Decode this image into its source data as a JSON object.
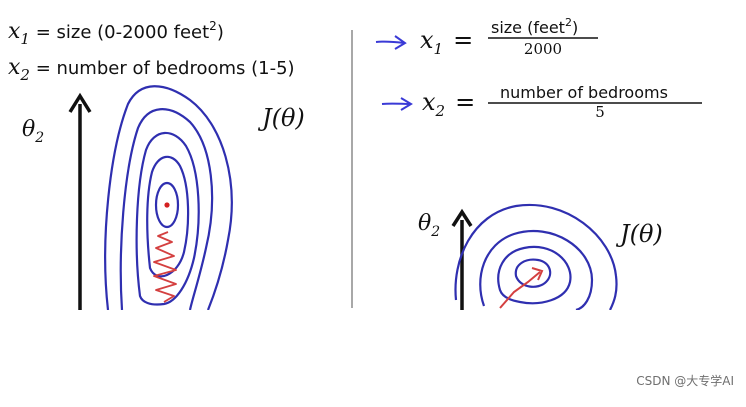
{
  "left_panel": {
    "x1_var": "x",
    "x1_sub": "1",
    "x1_text": " = size (0-2000 feet",
    "x1_sup": "2",
    "x1_close": ")",
    "x2_var": "x",
    "x2_sub": "2",
    "x2_text": " = number of bedrooms (1-5)",
    "axis_theta": "θ",
    "axis_theta_sub": "2",
    "cost_label": "J(θ)"
  },
  "right_panel": {
    "eq1_lhs": "x",
    "eq1_lhs_sub": "1",
    "eq1_equals": "=",
    "eq1_numerator": "size (feet",
    "eq1_numerator_sup": "2",
    "eq1_numerator_close": ")",
    "eq1_denominator": "2000",
    "eq2_lhs": "x",
    "eq2_lhs_sub": "2",
    "eq2_equals": "=",
    "eq2_numerator": "number of bedrooms",
    "eq2_denominator": "5",
    "axis_theta": "θ",
    "axis_theta_sub": "2",
    "cost_label": "J(θ)"
  },
  "watermark": "CSDN @大专学AI",
  "colors": {
    "contour": "#2f2fb0",
    "path": "#d44040",
    "minimum": "#d42020",
    "axis": "#111111",
    "divider": "#8c8c8c",
    "arrow": "#3a3ad6"
  }
}
